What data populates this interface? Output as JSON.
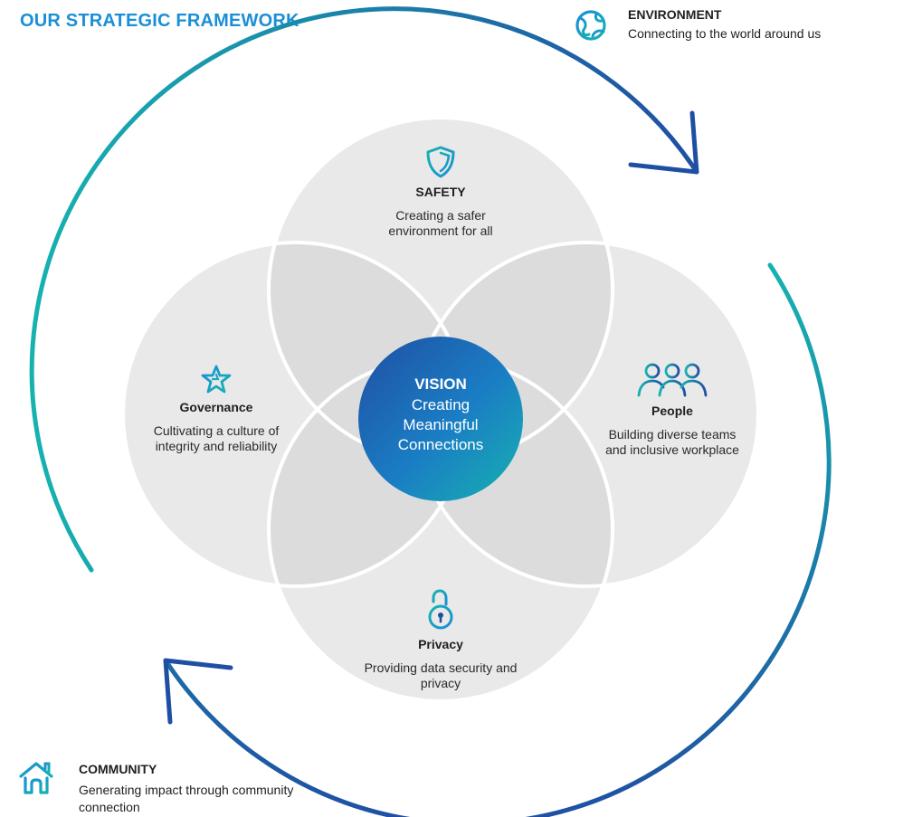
{
  "header": {
    "title": "OUR STRATEGIC FRAMEWORK"
  },
  "environment": {
    "title": "ENVIRONMENT",
    "description": "Connecting to the world around us",
    "icon": "globe-icon"
  },
  "community": {
    "title": "COMMUNITY",
    "description": "Generating impact through community connection",
    "icon": "home-icon"
  },
  "vision": {
    "title": "VISION",
    "description": "Creating Meaningful Connections"
  },
  "pillars": {
    "safety": {
      "title": "SAFETY",
      "description": "Creating a safer environment for all",
      "icon": "shield-icon"
    },
    "governance": {
      "title": "Governance",
      "description": "Cultivating a culture of integrity and reliability",
      "icon": "star-icon"
    },
    "people": {
      "title": "People",
      "description": "Building diverse teams and inclusive workplace",
      "icon": "people-icon"
    },
    "privacy": {
      "title": "Privacy",
      "description": "Providing data security and privacy",
      "icon": "unlock-icon"
    }
  },
  "colors": {
    "accent_blue": "#1a8fd6",
    "teal": "#17b2b0",
    "deep_blue": "#1f4fa3",
    "petal_fill": "#e9e9ea",
    "overlap_fill": "#dcdcdd"
  }
}
